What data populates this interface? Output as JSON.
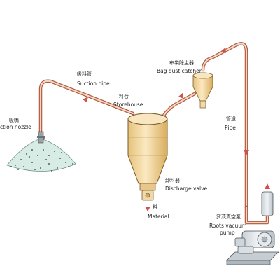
{
  "labels": {
    "suction_nozzle_cn": "吸嘴",
    "suction_nozzle_en": "ction nozzle",
    "suction_pipe_cn": "吸料管",
    "suction_pipe_en": "Suction pipe",
    "storehouse_cn": "料仓",
    "storehouse_en": "Storehouse",
    "bag_dust_catcher_cn": "布袋除尘器",
    "bag_dust_catcher_en": "Bag dust catcher",
    "pipe_cn": "管道",
    "pipe_en": "Pipe",
    "discharge_valve_cn": "卸料器",
    "discharge_valve_en": "Discharge valve",
    "material_cn": "料",
    "material_en": "Material",
    "roots_pump_cn": "罗茨真空泵",
    "roots_pump_en_1": "Roots vacuum",
    "roots_pump_en_2": "pump"
  },
  "colors": {
    "pipe": "#b0563a",
    "pipe_highlight": "#f2d6c2",
    "flow_arrow": "#d2504a",
    "silo": "#f3d9a0",
    "material_pile": "#d6ece4",
    "pump": "#dfe4e8"
  }
}
